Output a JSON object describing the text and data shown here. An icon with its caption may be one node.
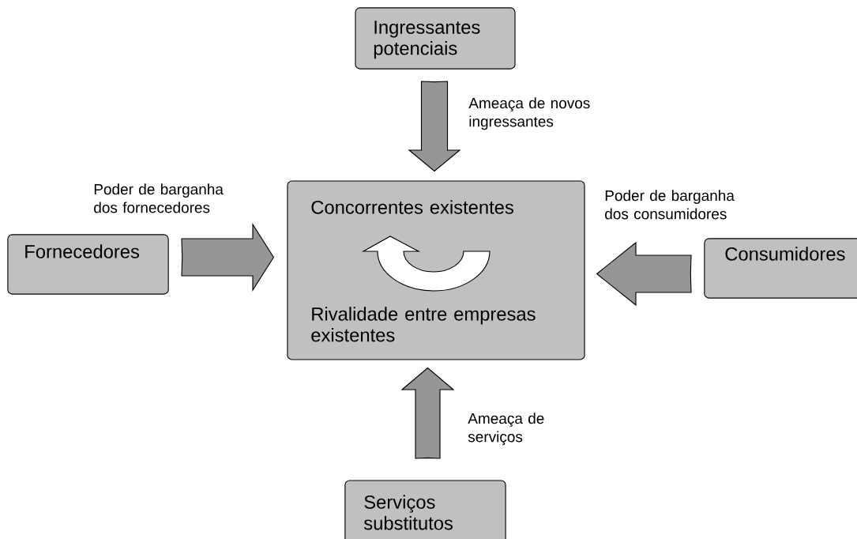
{
  "diagram": {
    "nodes": [
      {
        "text": [
          "Ingressantes potenciais"
        ]
      },
      {
        "text": [
          "Fornecedores"
        ]
      },
      {
        "text": [
          "Concorrentes existentes",
          "Rivalidade entre empresas existentes"
        ]
      },
      {
        "text": [
          "Consumidores"
        ]
      },
      {
        "text": [
          "Serviços substitutos"
        ]
      }
    ],
    "edges": [
      {
        "from": 0,
        "to": 2,
        "arrow": "to",
        "label": "Ameaça de novos ingressantes"
      },
      {
        "from": 1,
        "to": 2,
        "arrow": "to",
        "label": "Poder de barganha dos fornecedores"
      },
      {
        "from": 3,
        "to": 2,
        "arrow": "to",
        "label": "Poder de barganha dos consumidores"
      },
      {
        "from": 4,
        "to": 2,
        "arrow": "to",
        "label": "Ameaça de serviços"
      }
    ]
  }
}
